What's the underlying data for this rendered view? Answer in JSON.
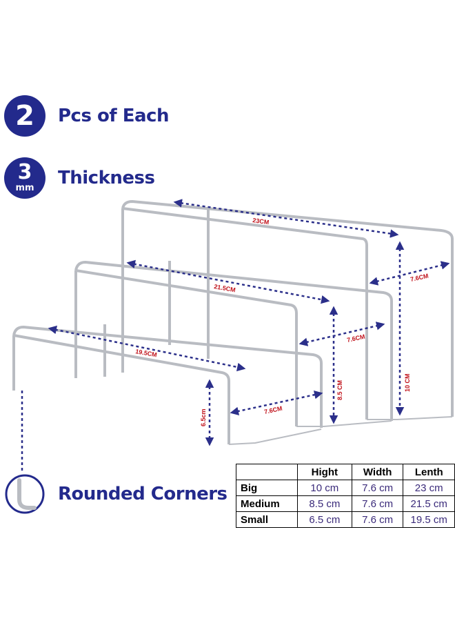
{
  "features": [
    {
      "badge_number": "2",
      "badge_unit": "",
      "label": "Pcs of Each"
    },
    {
      "badge_number": "3",
      "badge_unit": "mm",
      "label": "Thickness"
    },
    {
      "label": "Rounded Corners"
    }
  ],
  "dimensions": {
    "big_length": "23CM",
    "big_width": "7.6CM",
    "big_height": "10 CM",
    "medium_length": "21.5CM",
    "medium_width": "7.6CM",
    "medium_height": "8.5 CM",
    "small_length": "19.5CM",
    "small_width": "7.6CM",
    "small_height": "6.5cm"
  },
  "table": {
    "headers": [
      "",
      "Hight",
      "Width",
      "Lenth"
    ],
    "rows": [
      {
        "name": "Big",
        "hight": "10 cm",
        "width": "7.6 cm",
        "length": "23 cm"
      },
      {
        "name": "Medium",
        "hight": "8.5 cm",
        "width": "7.6 cm",
        "length": "21.5 cm"
      },
      {
        "name": "Small",
        "hight": "6.5 cm",
        "width": "7.6 cm",
        "length": "19.5 cm"
      }
    ]
  },
  "colors": {
    "brand": "#232a8c",
    "dimension_line": "#2b2f8a",
    "dimension_text": "#c0121b",
    "acrylic": "#b9bcc2"
  }
}
